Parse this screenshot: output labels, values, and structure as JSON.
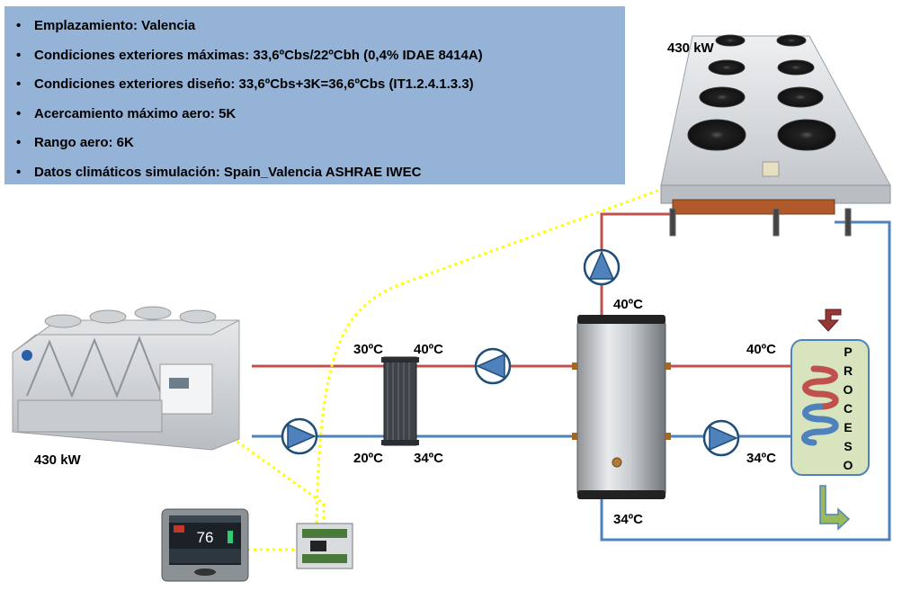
{
  "conditions": [
    "Emplazamiento: Valencia",
    "Condiciones exteriores máximas: 33,6ºCbs/22ºCbh (0,4% IDAE 8414A)",
    "Condiciones exteriores diseño: 33,6ºCbs+3K=36,6ºCbs (IT1.2.4.1.3.3)",
    "Acercamiento máximo aero: 5K",
    "Rango aero: 6K",
    "Datos climáticos simulación: Spain_Valencia ASHRAE IWEC"
  ],
  "equipment": {
    "chiller_capacity": "430 kW",
    "drycooler_capacity": "430 kW",
    "controller_display": "76",
    "process_label": [
      "P",
      "R",
      "O",
      "C",
      "E",
      "S",
      "O"
    ]
  },
  "temperatures": {
    "hx_hot_in": "30ºC",
    "hx_hot_out": "40ºC",
    "hx_cold_in": "20ºC",
    "hx_cold_out": "34ºC",
    "tank_top": "40ºC",
    "tank_bottom": "34ºC",
    "process_in": "40ºC",
    "process_out": "34ºC"
  },
  "colors": {
    "supply_line": "#c0504d",
    "return_line": "#4f81bd",
    "control_line": "#ffff00",
    "info_box": "#95b3d7",
    "process_box": "#d7e4bd"
  }
}
